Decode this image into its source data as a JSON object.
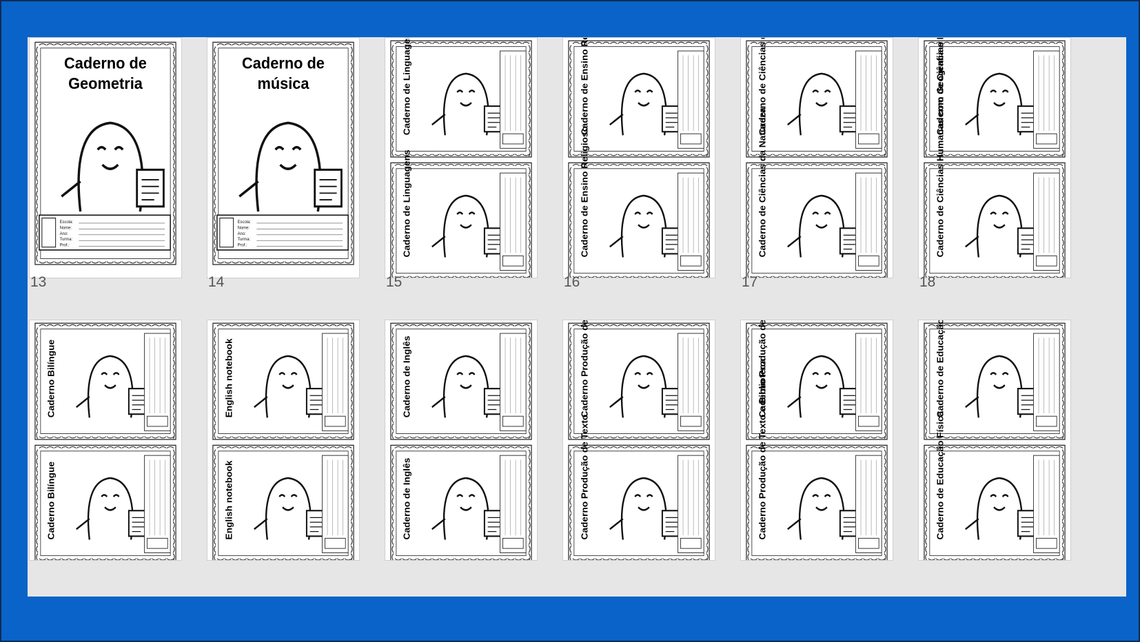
{
  "colors": {
    "background": "#0a63c9",
    "panel": "#e6e6e6",
    "page_number_text": "#555555"
  },
  "page_numbers": [
    "13",
    "14",
    "15",
    "16",
    "17",
    "18"
  ],
  "pages": [
    {
      "layout": "single",
      "title_lines": [
        "Caderno de",
        "Geometria"
      ],
      "icon": "owl-calculator-character-icon",
      "form_labels": [
        "Escola:",
        "Nome:",
        "Ano:",
        "Turma:",
        "Prof.:"
      ]
    },
    {
      "layout": "single",
      "title_lines": [
        "Caderno de",
        "música"
      ],
      "icon": "music-notes-character-icon",
      "form_labels": [
        "Escola:",
        "Nome:",
        "Ano:",
        "Turma:",
        "Prof.:"
      ]
    },
    {
      "layout": "double",
      "titles": [
        "Caderno de Linguagens",
        "Caderno de Linguagens"
      ],
      "icon": "glasses-book-character-icon"
    },
    {
      "layout": "double",
      "titles": [
        "Caderno de Ensino Religioso",
        "Caderno de Ensino Religioso"
      ],
      "icon": "open-book-character-icon"
    },
    {
      "layout": "double",
      "titles": [
        "Caderno de Ciências da Natureza",
        "Caderno de Ciências da Natureza"
      ],
      "icon": "tree-character-icon"
    },
    {
      "layout": "double",
      "titles": [
        "Caderno de Ciências Humanas com Geografia e História",
        "Caderno de Ciências Humanas com Geografia e História"
      ],
      "icon": "heart-globe-character-icon"
    },
    {
      "layout": "double",
      "titles": [
        "Caderno Bilíngue",
        "Caderno Bilíngue"
      ],
      "icon": "flag-globe-character-icon"
    },
    {
      "layout": "double",
      "titles": [
        "English notebook",
        "English notebook"
      ],
      "icon": "flag-globe-character-icon"
    },
    {
      "layout": "double",
      "titles": [
        "Caderno de Inglês",
        "Caderno de Inglês"
      ],
      "icon": "flag-globe-character-icon"
    },
    {
      "layout": "double",
      "titles": [
        "Caderno Produção de Texto",
        "Caderno Produção de Texto"
      ],
      "icon": "reading-book-character-icon"
    },
    {
      "layout": "double",
      "titles": [
        "Caderno Produção de Texto e Biblioteca",
        "Caderno Produção de Texto e Biblioteca"
      ],
      "icon": "books-character-icon"
    },
    {
      "layout": "double",
      "titles": [
        "Caderno de Educação Física",
        "Caderno de Educação Física"
      ],
      "icon": "soccer-ball-character-icon"
    }
  ]
}
